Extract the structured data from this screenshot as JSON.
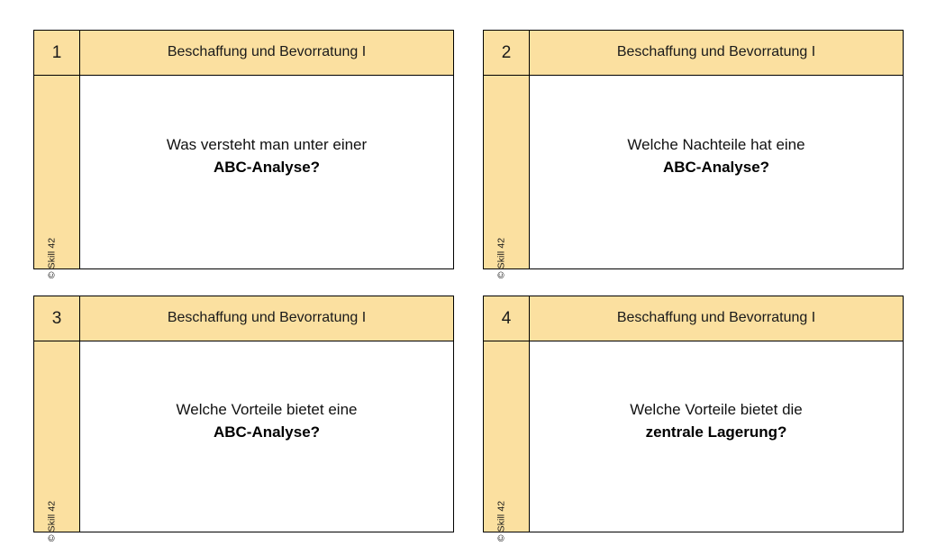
{
  "page": {
    "background_color": "#ffffff",
    "accent_color": "#fbe0a0",
    "border_color": "#000000"
  },
  "cards": [
    {
      "number": "1",
      "title": "Beschaffung und Bevorratung I",
      "copyright": "© Skill 42",
      "question_line_1": "Was versteht man unter einer",
      "question_line_2": "ABC-Analyse?"
    },
    {
      "number": "2",
      "title": "Beschaffung und Bevorratung I",
      "copyright": "© Skill 42",
      "question_line_1": "Welche Nachteile hat eine",
      "question_line_2": "ABC-Analyse?"
    },
    {
      "number": "3",
      "title": "Beschaffung und Bevorratung I",
      "copyright": "© Skill 42",
      "question_line_1": "Welche Vorteile bietet eine",
      "question_line_2": "ABC-Analyse?"
    },
    {
      "number": "4",
      "title": "Beschaffung und Bevorratung I",
      "copyright": "© Skill 42",
      "question_line_1": "Welche Vorteile bietet die",
      "question_line_2": "zentrale Lagerung?"
    }
  ]
}
